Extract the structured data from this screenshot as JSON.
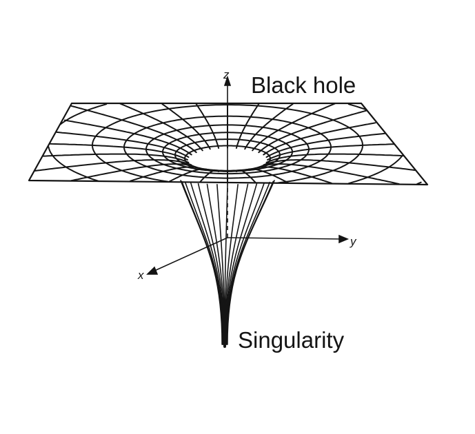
{
  "labels": {
    "black_hole": "Black hole",
    "singularity": "Singularity"
  },
  "axes": {
    "x": "x",
    "y": "y",
    "z": "z"
  },
  "colors": {
    "ink": "#141414",
    "background": "#ffffff"
  }
}
